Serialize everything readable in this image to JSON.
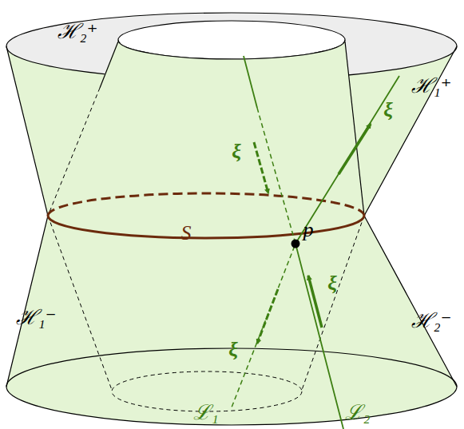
{
  "diagram": {
    "labels": [
      "ℋ₂⁺",
      "ℋ₁⁺",
      "ξ",
      "ξ",
      "S",
      "p",
      "ξ",
      "ℋ₁⁻",
      "ξ",
      "ℋ₂⁻",
      "ℒ₁",
      "ℒ₂"
    ]
  }
}
